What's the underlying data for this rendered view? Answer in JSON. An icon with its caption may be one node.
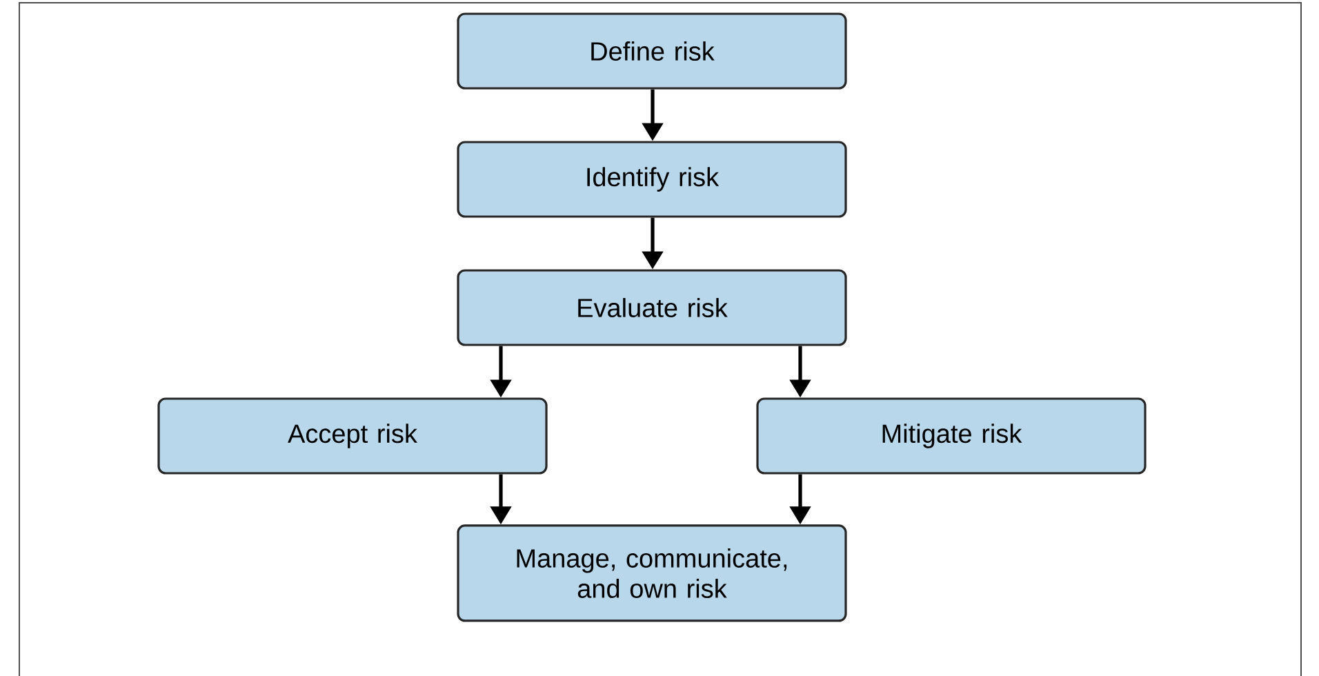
{
  "diagram": {
    "nodes": [
      {
        "text": [
          "Define risk"
        ]
      },
      {
        "text": [
          "Identify risk"
        ]
      },
      {
        "text": [
          "Evaluate risk"
        ]
      },
      {
        "text": [
          "Accept risk"
        ]
      },
      {
        "text": [
          "Mitigate risk"
        ]
      },
      {
        "text": [
          "Manage, communicate, and own risk"
        ]
      }
    ],
    "edges": [
      {
        "from": 0,
        "to": 1,
        "arrow": "to"
      },
      {
        "from": 1,
        "to": 2,
        "arrow": "to"
      },
      {
        "from": 2,
        "to": 3,
        "arrow": "to"
      },
      {
        "from": 2,
        "to": 4,
        "arrow": "to"
      },
      {
        "from": 3,
        "to": 5,
        "arrow": "to"
      },
      {
        "from": 4,
        "to": 5,
        "arrow": "to"
      }
    ]
  }
}
